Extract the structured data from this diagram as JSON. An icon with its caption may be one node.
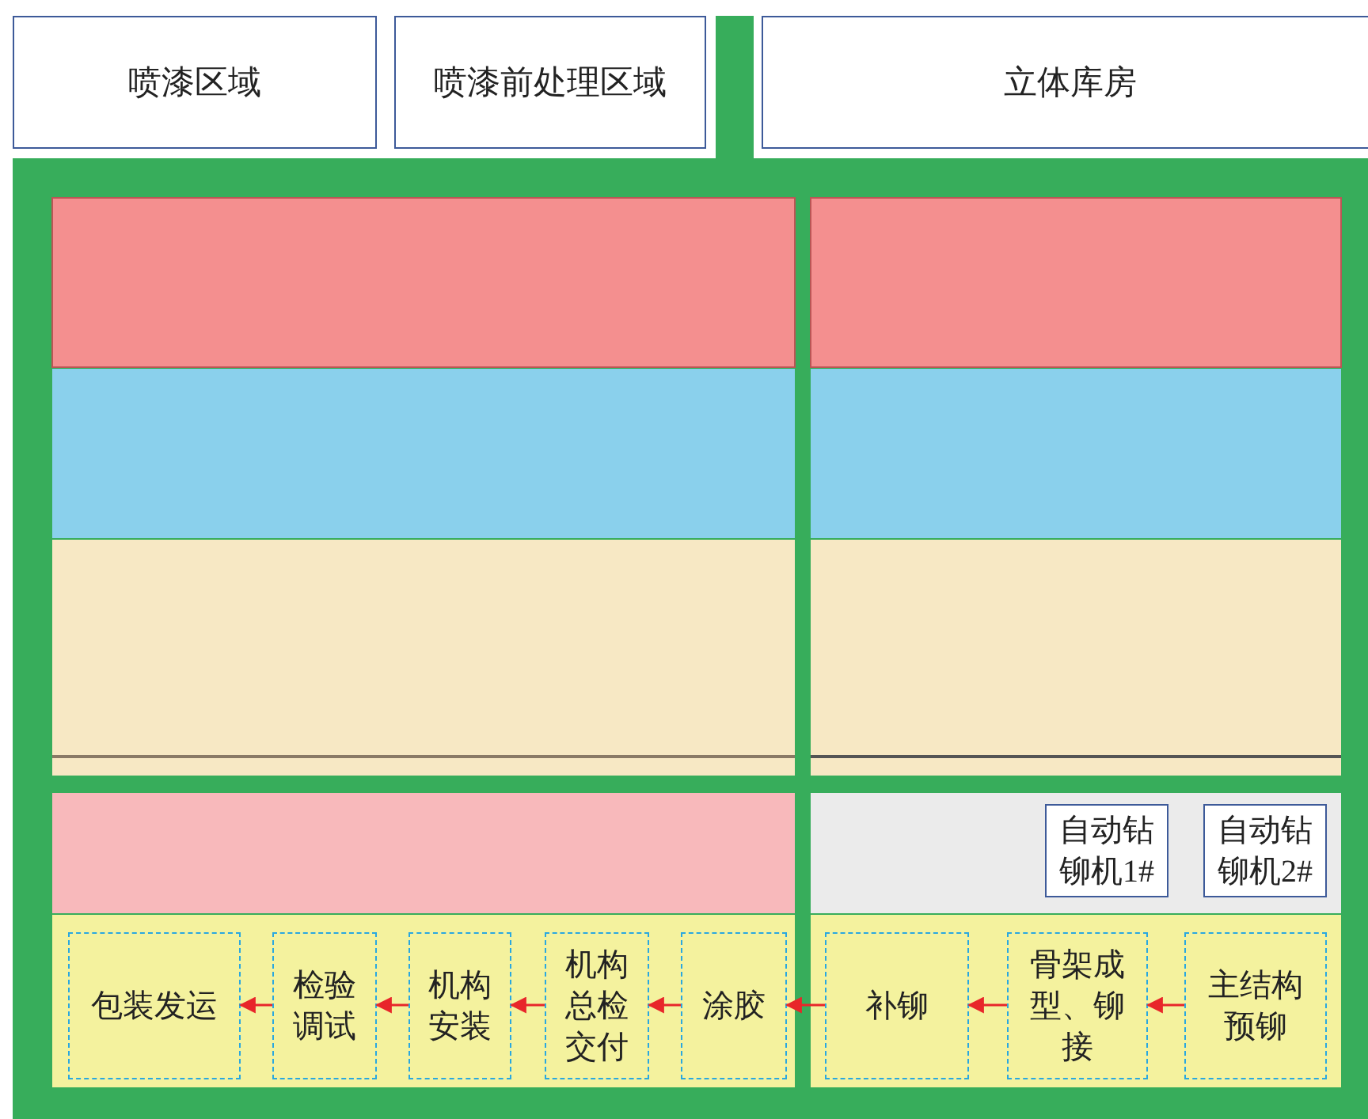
{
  "diagram": {
    "nodes": [
      {
        "text": [
          "喷漆区域"
        ]
      },
      {
        "text": [
          "喷漆前处理区域"
        ]
      },
      {
        "text": [
          "立体库房"
        ]
      },
      {
        "text": [
          "自动钻铆机1#"
        ]
      },
      {
        "text": [
          "自动钻铆机2#"
        ]
      },
      {
        "text": [
          "包装发运"
        ]
      },
      {
        "text": [
          "检验调试"
        ]
      },
      {
        "text": [
          "机构安装"
        ]
      },
      {
        "text": [
          "机构总检交付"
        ]
      },
      {
        "text": [
          "涂胶"
        ]
      },
      {
        "text": [
          "补铆"
        ]
      },
      {
        "text": [
          "骨架成型、铆接"
        ]
      },
      {
        "text": [
          "主结构预铆"
        ]
      }
    ],
    "edges": [
      {
        "from": 12,
        "to": 11,
        "arrow": "to"
      },
      {
        "from": 11,
        "to": 10,
        "arrow": "to"
      },
      {
        "from": 10,
        "to": 9,
        "arrow": "to"
      },
      {
        "from": 9,
        "to": 8,
        "arrow": "to"
      },
      {
        "from": 8,
        "to": 7,
        "arrow": "to"
      },
      {
        "from": 7,
        "to": 6,
        "arrow": "to"
      },
      {
        "from": 6,
        "to": 5,
        "arrow": "to"
      }
    ]
  }
}
